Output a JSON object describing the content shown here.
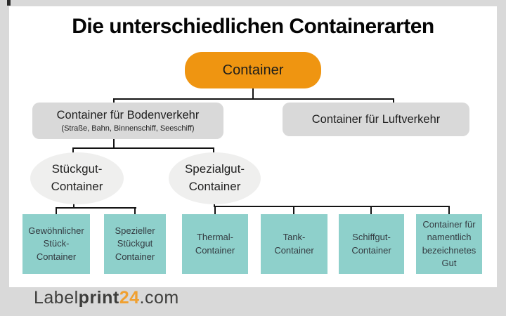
{
  "colors": {
    "page-bg": "#d9d9d9",
    "card-bg": "#ffffff",
    "title-text": "#050505",
    "line-color": "#141414",
    "node-orange": "#ef9511",
    "node-gray": "#d9d9d9",
    "ellipse-fill": "#efefee",
    "leaf-teal": "#8ed0cb",
    "text-dark": "#1f1f1f",
    "leaf-text": "#333a40",
    "logo-gray": "#3d3d3b",
    "logo-orange": "#f0a030"
  },
  "title": "Die unterschiedlichen Containerarten",
  "tree": {
    "root": {
      "label": "Container"
    },
    "level2": [
      {
        "label": "Container für Bodenverkehr",
        "sublabel": "(Straße, Bahn, Binnenschiff, Seeschiff)"
      },
      {
        "label": "Container für Luftverkehr"
      }
    ],
    "level3": [
      {
        "label": "Stückgut-\nContainer"
      },
      {
        "label": "Spezialgut-\nContainer"
      }
    ],
    "leaves": [
      {
        "label": "Gewöhnlicher\nStück-\nContainer"
      },
      {
        "label": "Spezieller\nStückgut\nContainer"
      },
      {
        "label": "Thermal-\nContainer"
      },
      {
        "label": "Tank-\nContainer"
      },
      {
        "label": "Schiffgut-\nContainer"
      },
      {
        "label": "Container für\nnamentlich\nbezeichnetes\nGut"
      }
    ]
  },
  "footer": {
    "logo": {
      "part1": "Label",
      "part2": "print",
      "part3": "24",
      "part4": ".com"
    }
  }
}
